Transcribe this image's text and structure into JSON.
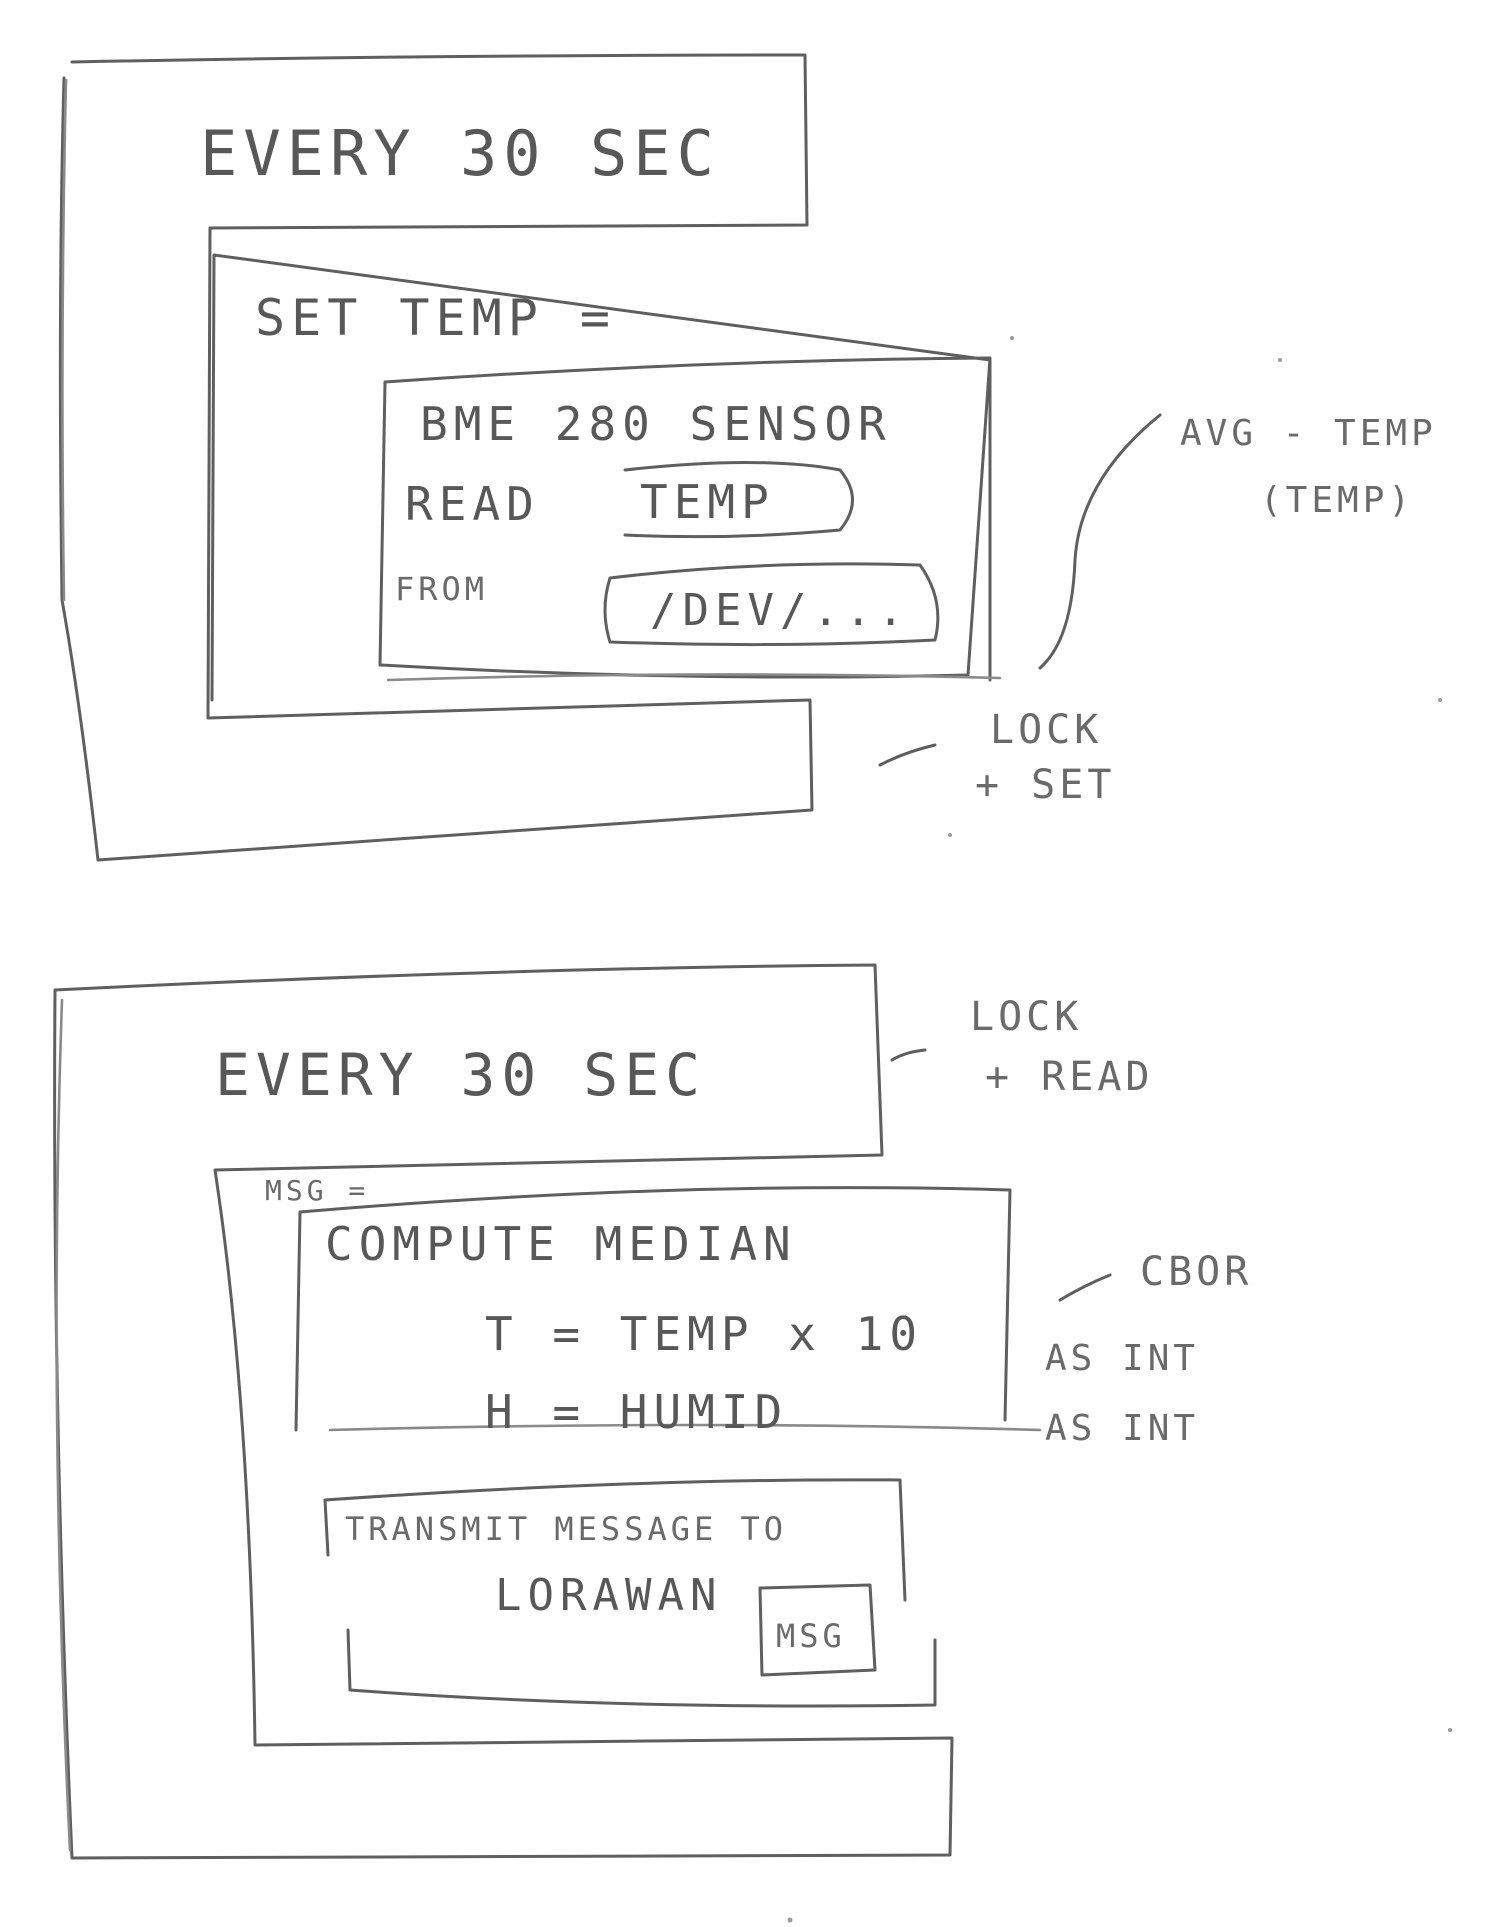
{
  "upper_block": {
    "trigger": "EVERY 30 SEC",
    "set_label": "SET TEMP =",
    "sensor_title": "BME 280 SENSOR",
    "read_label": "READ",
    "read_value": "TEMP",
    "from_label": "FROM",
    "from_value": "/DEV/...",
    "annotation_avg_line1": "AVG - TEMP",
    "annotation_avg_line2": "(TEMP)",
    "annotation_lock_line1": "LOCK",
    "annotation_lock_line2": "+ SET"
  },
  "lower_block": {
    "trigger": "EVERY 30 SEC",
    "annotation_lock_line1": "LOCK",
    "annotation_lock_line2": "+ READ",
    "msg_label": "MSG =",
    "compute_title": "COMPUTE MEDIAN",
    "formula_t": "T = TEMP x 10",
    "formula_h": "H = HUMID",
    "annotation_cbor": "CBOR",
    "annotation_as_int_1": "AS INT",
    "annotation_as_int_2": "AS INT",
    "transmit_line1": "TRANSMIT MESSAGE TO",
    "transmit_line2": "LORAWAN",
    "msg_slot": "MSG"
  }
}
